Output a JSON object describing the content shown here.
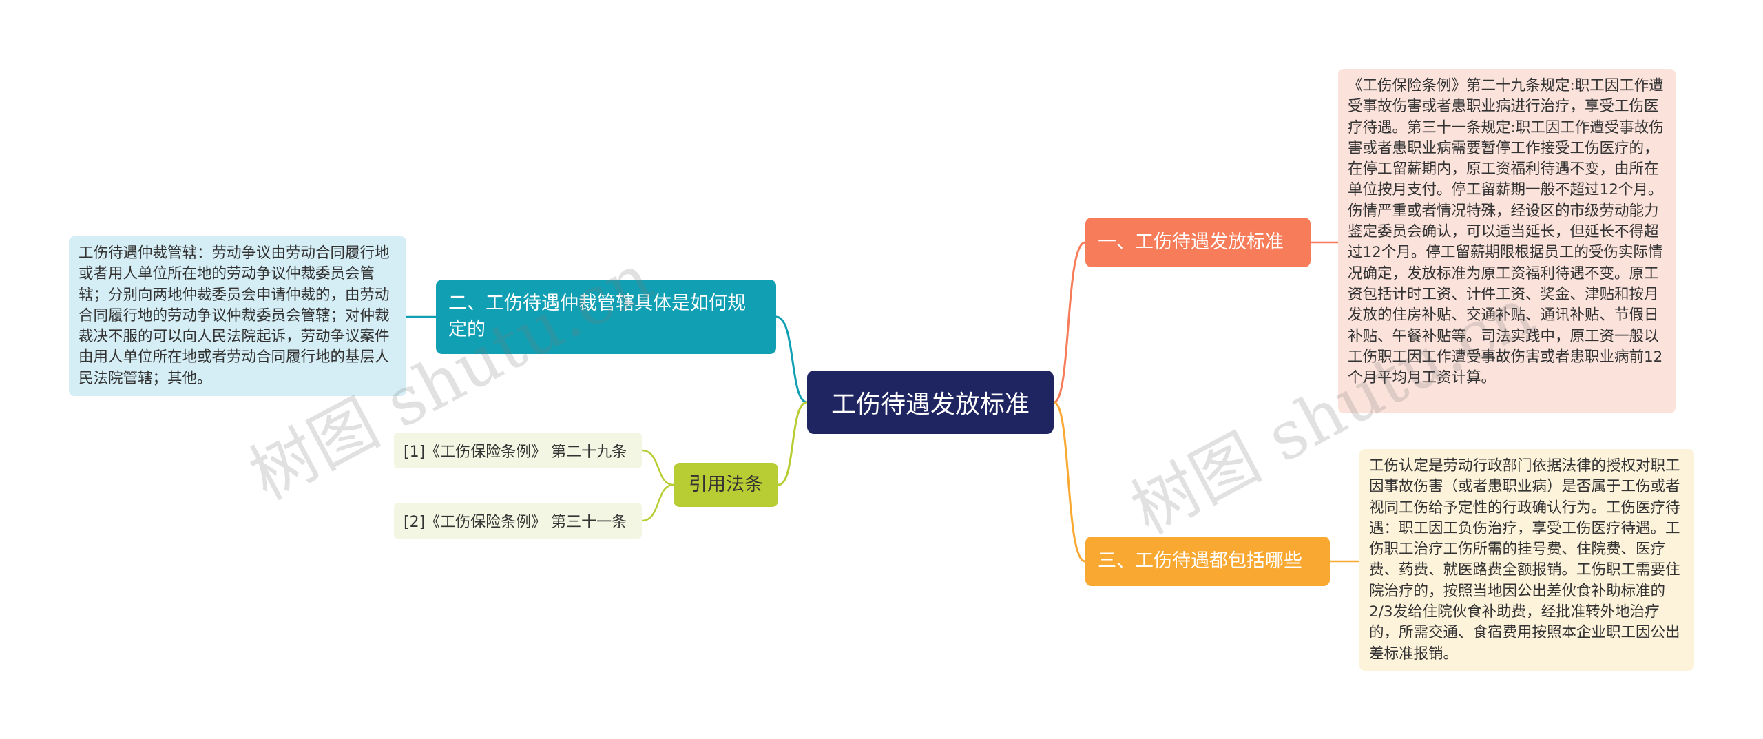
{
  "center": {
    "label": "工伤待遇发放标准"
  },
  "branches": {
    "b1": {
      "label": "一、工伤待遇发放标准",
      "color": "#f77c5a"
    },
    "b2": {
      "label": "二、工伤待遇仲裁管辖具体是如何规定的",
      "color": "#119fb3"
    },
    "b3": {
      "label": "三、工伤待遇都包括哪些",
      "color": "#f9a831"
    },
    "ref": {
      "label": "引用法条",
      "color": "#b8cc34"
    }
  },
  "leaves": {
    "leaf1": "《工伤保险条例》第二十九条规定:职工因工作遭受事故伤害或者患职业病进行治疗，享受工伤医疗待遇。第三十一条规定:职工因工作遭受事故伤害或者患职业病需要暂停工作接受工伤医疗的，在停工留薪期内，原工资福利待遇不变，由所在单位按月支付。停工留薪期一般不超过12个月。伤情严重或者情况特殊，经设区的市级劳动能力鉴定委员会确认，可以适当延长，但延长不得超过12个月。停工留薪期限根据员工的受伤实际情况确定，发放标准为原工资福利待遇不变。原工资包括计时工资、计件工资、奖金、津贴和按月发放的住房补贴、交通补贴、通讯补贴、节假日补贴、午餐补贴等。司法实践中，原工资一般以工伤职工因工作遭受事故伤害或者患职业病前12个月平均月工资计算。",
    "leaf2": "工伤待遇仲裁管辖：劳动争议由劳动合同履行地或者用人单位所在地的劳动争议仲裁委员会管辖；分别向两地仲裁委员会申请仲裁的，由劳动合同履行地的劳动争议仲裁委员会管辖；对仲裁裁决不服的可以向人民法院起诉，劳动争议案件由用人单位所在地或者劳动合同履行地的基层人民法院管辖；其他。",
    "leaf3": "工伤认定是劳动行政部门依据法律的授权对职工因事故伤害（或者患职业病）是否属于工伤或者视同工伤给予定性的行政确认行为。工伤医疗待遇：职工因工负伤治疗，享受工伤医疗待遇。工伤职工治疗工伤所需的挂号费、住院费、医疗费、药费、就医路费全额报销。工伤职工需要住院治疗的，按照当地因公出差伙食补助标准的2/3发给住院伙食补助费，经批准转外地治疗的，所需交通、食宿费用按照本企业职工因公出差标准报销。"
  },
  "refs": [
    "[1]《工伤保险条例》 第二十九条",
    "[2]《工伤保险条例》 第三十一条"
  ],
  "watermarks": [
    "树图 shutu.cn",
    "树图 shutu.cn"
  ],
  "colors": {
    "center": "#1f2560",
    "b1_edge": "#f77c5a",
    "b3_edge": "#f9a831",
    "b2_edge": "#119fb3",
    "ref_edge": "#b8cc34"
  }
}
